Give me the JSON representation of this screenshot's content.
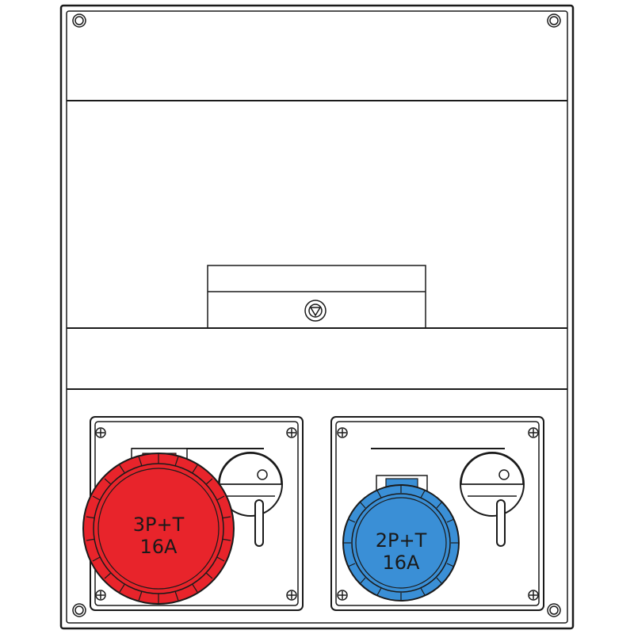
{
  "colors": {
    "outline": "#1a1a1a",
    "background": "#ffffff",
    "socket_3p": "#e8242b",
    "socket_2p": "#3a8fd6"
  },
  "sockets": [
    {
      "line1": "3P+T",
      "line2": "16A",
      "color": "#e8242b"
    },
    {
      "line1": "2P+T",
      "line2": "16A",
      "color": "#3a8fd6"
    }
  ]
}
